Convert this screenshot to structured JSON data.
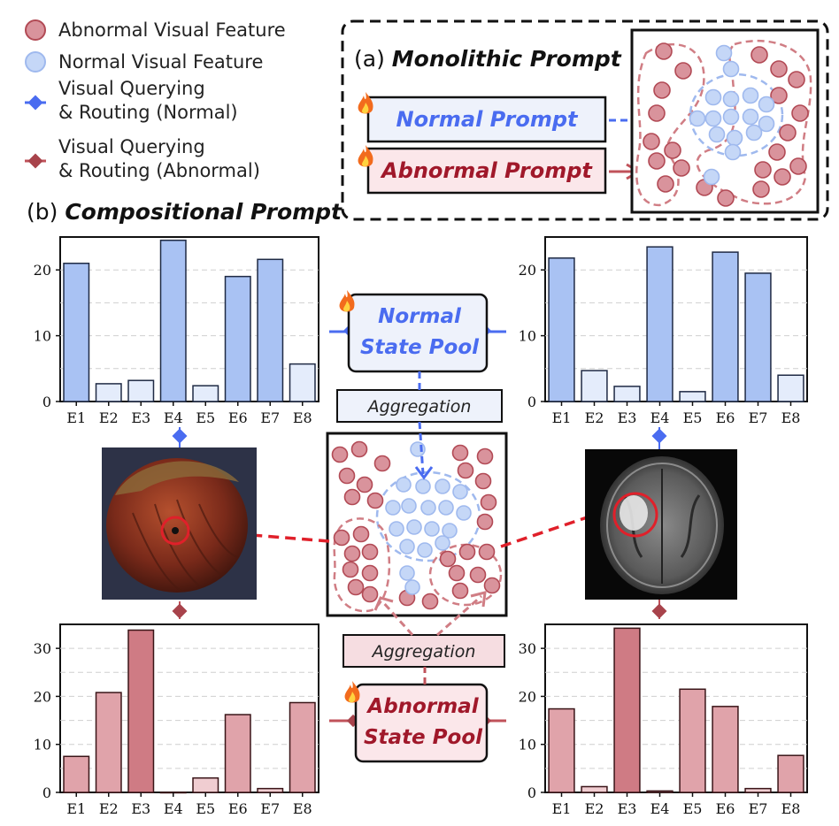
{
  "legend": {
    "abnormal_feature": "Abnormal Visual Feature",
    "normal_feature": "Normal Visual Feature",
    "normal_routing_line1": "Visual Querying",
    "normal_routing_line2": "& Routing (Normal)",
    "abnormal_routing_line1": "Visual Querying",
    "abnormal_routing_line2": "& Routing (Abnormal)"
  },
  "monolithic": {
    "title_prefix": "(a) ",
    "title_emph": "Monolithic Prompt",
    "normal_prompt": "Normal Prompt",
    "abnormal_prompt": "Abnormal Prompt"
  },
  "compositional": {
    "title_prefix": "(b) ",
    "title_emph": "Compositional Prompt",
    "normal_pool_line1": "Normal",
    "normal_pool_line2": "State Pool",
    "abnormal_pool_line1": "Abnormal",
    "abnormal_pool_line2": "State Pool",
    "aggregation_top": "Aggregation",
    "aggregation_bottom": "Aggregation"
  },
  "colors": {
    "normal": "#4a6cf0",
    "abnormal": "#c0525a",
    "normal_fill": "#b9cff5",
    "abnormal_fill": "#d9939c",
    "flame": "fire-icon"
  },
  "chart_data": [
    {
      "type": "bar",
      "panel": "top-left",
      "categories": [
        "E1",
        "E2",
        "E3",
        "E4",
        "E5",
        "E6",
        "E7",
        "E8"
      ],
      "values": [
        21.0,
        2.7,
        3.2,
        24.5,
        2.4,
        19.0,
        21.6,
        5.7
      ],
      "ylim": [
        0,
        25
      ],
      "yticks": [
        0,
        10,
        20
      ],
      "grid": true,
      "highlight": [
        0,
        3,
        5,
        6
      ]
    },
    {
      "type": "bar",
      "panel": "top-right",
      "categories": [
        "E1",
        "E2",
        "E3",
        "E4",
        "E5",
        "E6",
        "E7",
        "E8"
      ],
      "values": [
        21.8,
        4.7,
        2.3,
        23.5,
        1.5,
        22.7,
        19.5,
        4.0
      ],
      "ylim": [
        0,
        25
      ],
      "yticks": [
        0,
        10,
        20
      ],
      "grid": true,
      "highlight": [
        0,
        3,
        5,
        6
      ]
    },
    {
      "type": "bar",
      "panel": "bottom-left",
      "categories": [
        "E1",
        "E2",
        "E3",
        "E4",
        "E5",
        "E6",
        "E7",
        "E8"
      ],
      "values": [
        7.5,
        20.8,
        33.8,
        0.0,
        3.0,
        16.2,
        0.8,
        18.7
      ],
      "ylim": [
        0,
        35
      ],
      "yticks": [
        0,
        10,
        20,
        30
      ],
      "grid": true,
      "highlight": [
        2
      ]
    },
    {
      "type": "bar",
      "panel": "bottom-right",
      "categories": [
        "E1",
        "E2",
        "E3",
        "E4",
        "E5",
        "E6",
        "E7",
        "E8"
      ],
      "values": [
        17.4,
        1.2,
        34.2,
        0.3,
        21.5,
        17.9,
        0.8,
        7.7
      ],
      "ylim": [
        0,
        35
      ],
      "yticks": [
        0,
        10,
        20,
        30
      ],
      "grid": true,
      "highlight": [
        2
      ]
    }
  ]
}
